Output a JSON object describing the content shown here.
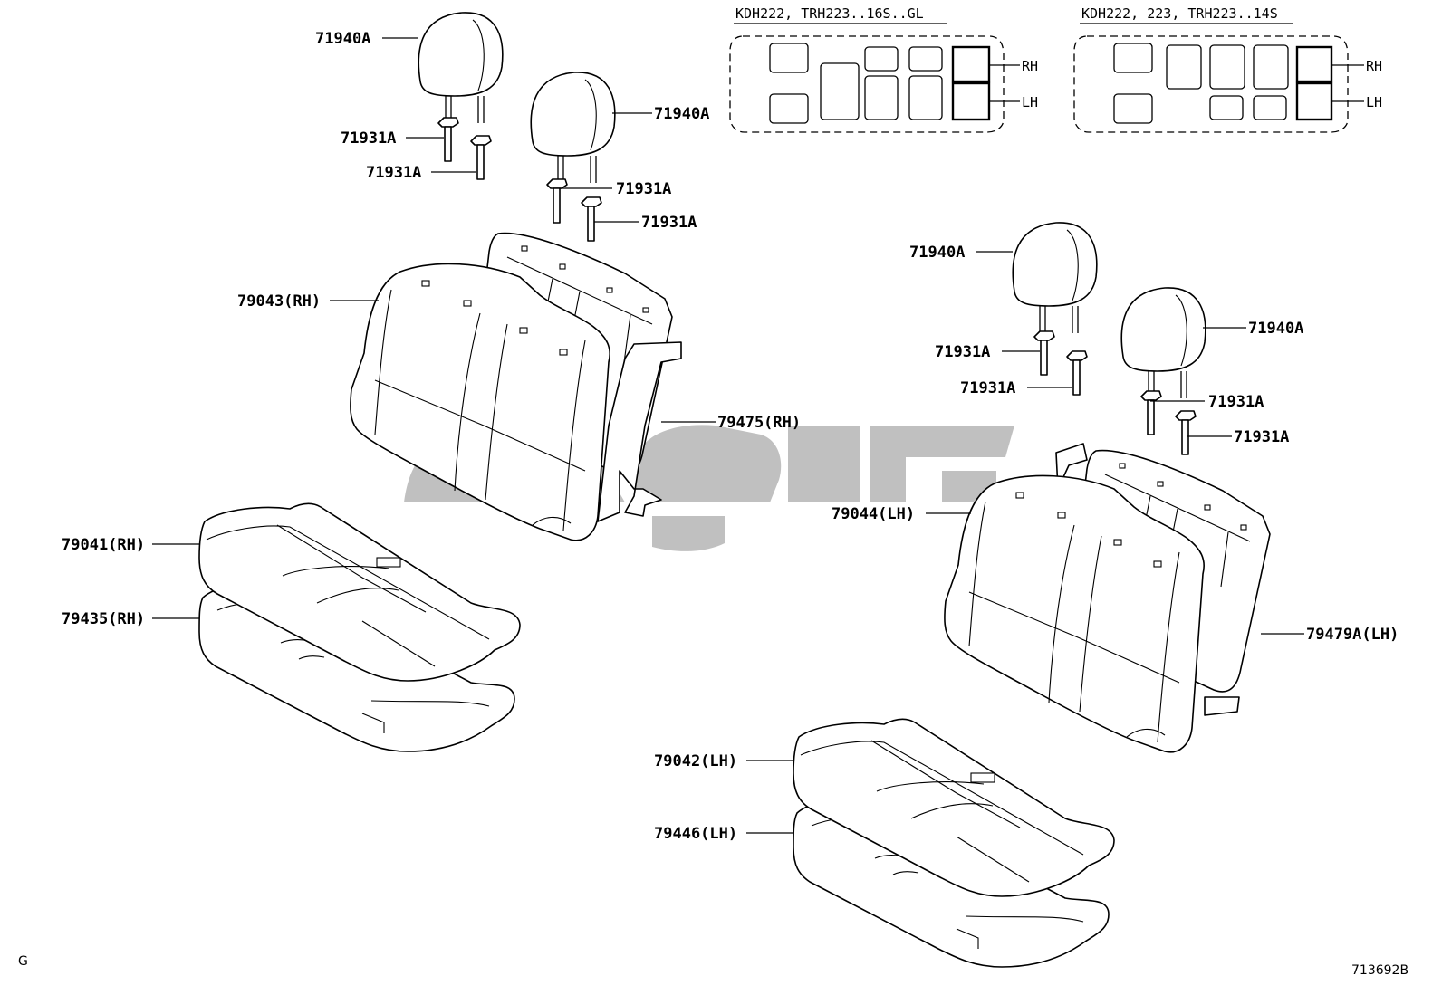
{
  "diagram": {
    "seat_map_variants": [
      {
        "title": "KDH222, TRH223..16S..GL",
        "rh_label": "RH",
        "lh_label": "LH"
      },
      {
        "title": "KDH222, 223, TRH223..14S",
        "rh_label": "RH",
        "lh_label": "LH"
      }
    ],
    "callouts": {
      "headrest_1": "71940A",
      "headrest_2": "71940A",
      "headrest_3": "71940A",
      "headrest_4": "71940A",
      "support_1": "71931A",
      "support_2": "71931A",
      "support_3": "71931A",
      "support_4": "71931A",
      "support_5": "71931A",
      "support_6": "71931A",
      "support_7": "71931A",
      "support_8": "71931A",
      "back_cover_rh": "79043(RH)",
      "back_board_rh": "79475(RH)",
      "cushion_cover_rh": "79041(RH)",
      "cushion_pad_rh": "79435(RH)",
      "back_cover_lh": "79044(LH)",
      "back_board_lh": "79479A(LH)",
      "cushion_cover_lh": "79042(LH)",
      "cushion_pad_lh": "79446(LH)"
    },
    "corner_mark": "G",
    "figure_id": "713692B"
  }
}
